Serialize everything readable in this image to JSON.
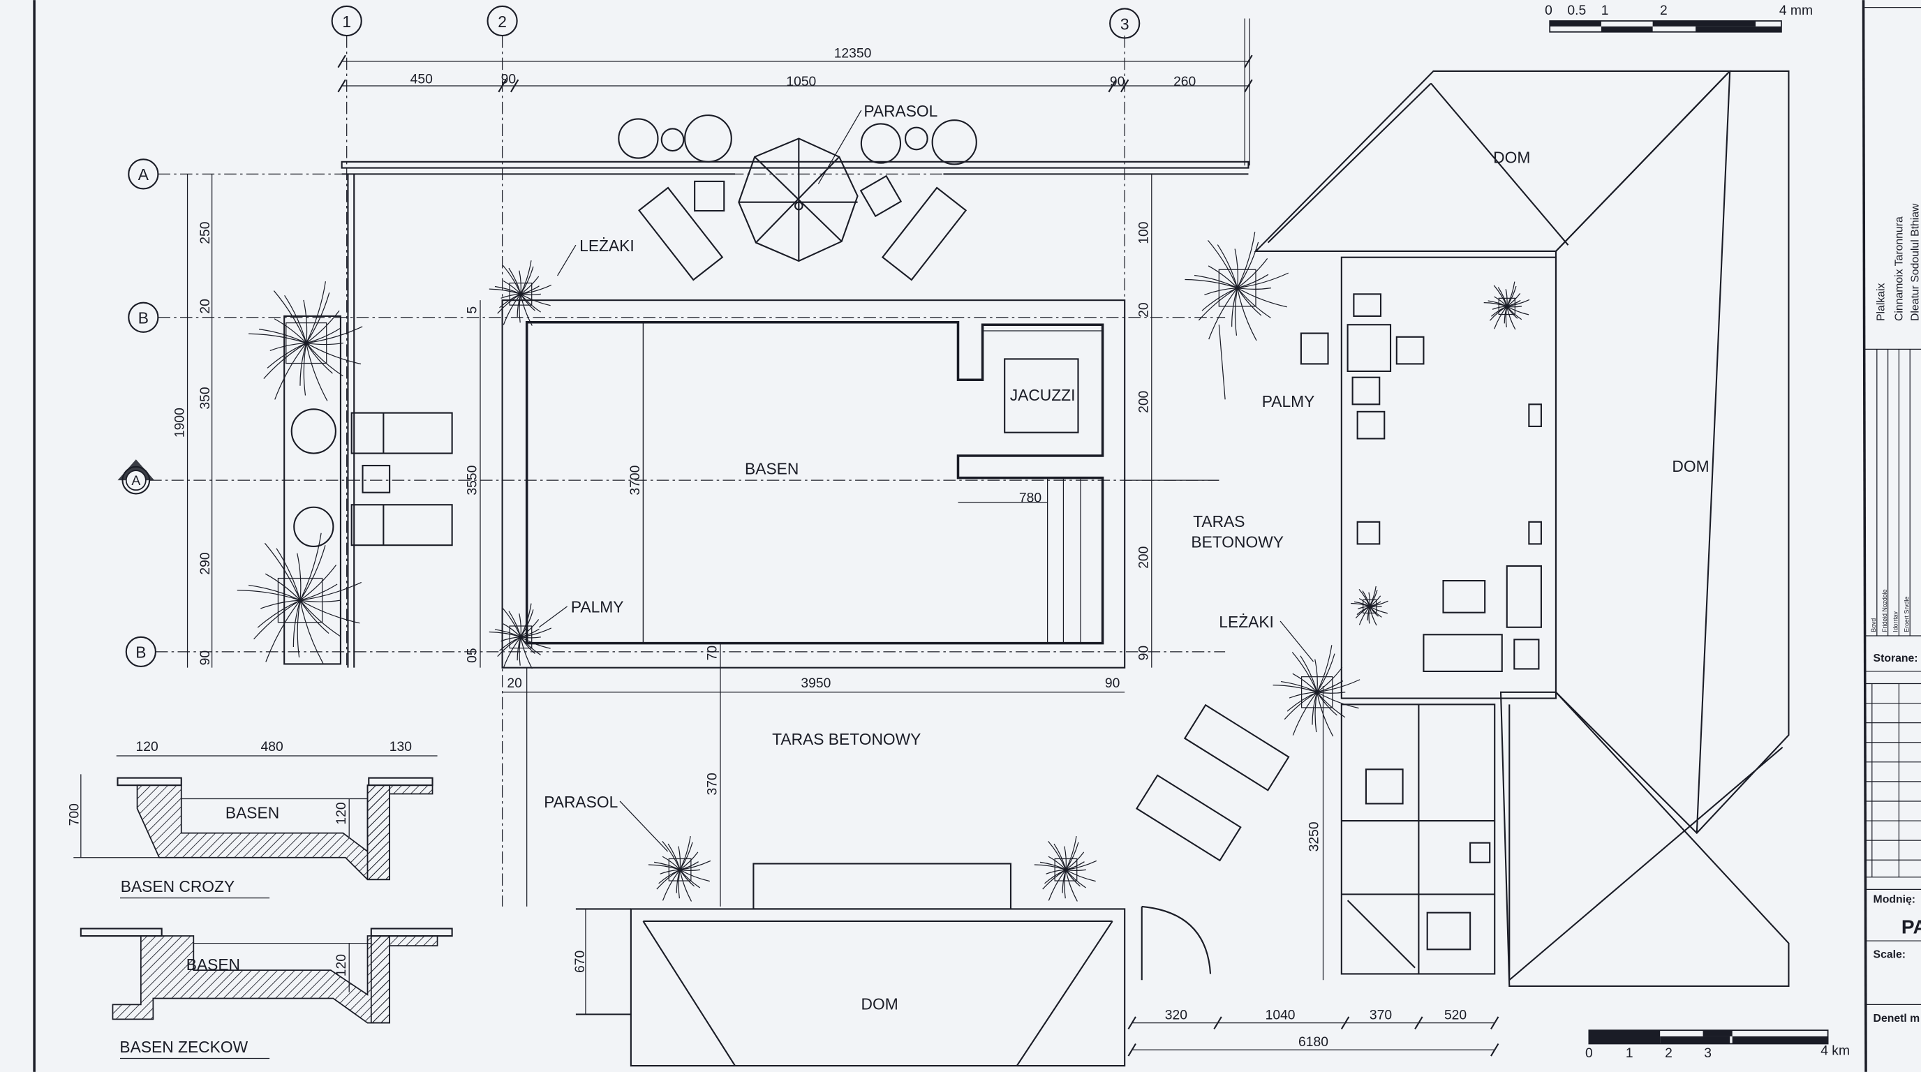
{
  "grid_columns": [
    "1",
    "2",
    "3"
  ],
  "grid_rows": [
    "A",
    "B",
    "A",
    "B"
  ],
  "labels": {
    "parasol_top": "PARASOL",
    "lezaki_left": "LEŻAKI",
    "jacuzzi": "JACUZZI",
    "basen": "BASEN",
    "palmy_right": "PALMY",
    "taras_right_1": "TARAS",
    "taras_right_2": "BETONOWY",
    "palmy_left": "PALMY",
    "lezaki_right": "LEŻAKI",
    "taras_bottom": "TARAS BETONOWY",
    "parasol_bottom": "PARASOL",
    "dom_top": "DOM",
    "dom_right": "DOM",
    "dom_bottom": "DOM"
  },
  "dimensions": {
    "top_total": "12350",
    "top": [
      "450",
      "90",
      "1050",
      "90",
      "260"
    ],
    "left": [
      "250",
      "20",
      "350",
      "1900",
      "290",
      "90"
    ],
    "pool_left": [
      "5",
      "3550",
      "05",
      "3700"
    ],
    "right": [
      "100",
      "20",
      "200",
      "200",
      "90"
    ],
    "jacuzzi_step": "780",
    "pool_bottom": [
      "70",
      "20",
      "3950",
      "90"
    ],
    "terrace_depth": "370",
    "house_gap": "670",
    "patio_height": "3250",
    "bottom": [
      "320",
      "1040",
      "370",
      "520"
    ],
    "bottom_total": "6180"
  },
  "sections": {
    "crozy": {
      "title": "BASEN CROZY",
      "label": "BASEN",
      "dims": [
        "120",
        "480",
        "130",
        "700",
        "120"
      ]
    },
    "zeckow": {
      "title": "BASEN ZECKOW",
      "label": "BASEN",
      "dims": [
        "120"
      ]
    }
  },
  "scale_bars": {
    "top": {
      "ticks": [
        "0",
        "0.5",
        "1",
        "2"
      ],
      "end": "4 mm"
    },
    "bottom": {
      "ticks": [
        "0",
        "1",
        "2",
        "3"
      ],
      "end": "4 km"
    }
  },
  "title_block": {
    "header_lines": [
      "Plalkaix",
      "Cinnamoix Taronnura",
      "Dleatur Sodoulul Bthiaw"
    ],
    "small_lines": [
      "Bovd",
      "Frideid Nozdole",
      "Idorrtav",
      "Eroert Srvdle"
    ],
    "storane": "Storane:",
    "modnie": "Modnię:",
    "project_code": "PA",
    "scale": "Scale:",
    "denetl": "Denetl m"
  }
}
